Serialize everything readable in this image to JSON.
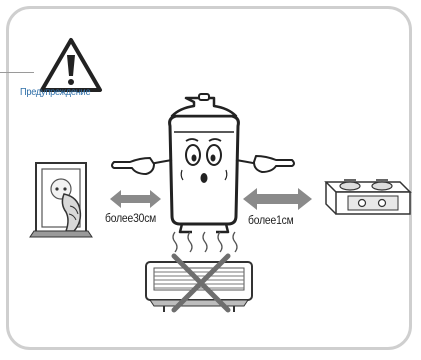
{
  "warning": {
    "label": "Предупреждение",
    "icon": "warning-triangle-icon"
  },
  "distances": {
    "left_label": "более30см",
    "right_label": "более1см"
  },
  "items": {
    "left": "wall-socket-icon",
    "center": "refrigerator-character-icon",
    "right": "gas-stove-icon",
    "bottom": "heater-prohibited-icon"
  },
  "colors": {
    "frame": "#cfcfcf",
    "label_blue": "#2f6fa8",
    "arrow_gray": "#8a8a8a",
    "cross": "#6e6e6e"
  }
}
